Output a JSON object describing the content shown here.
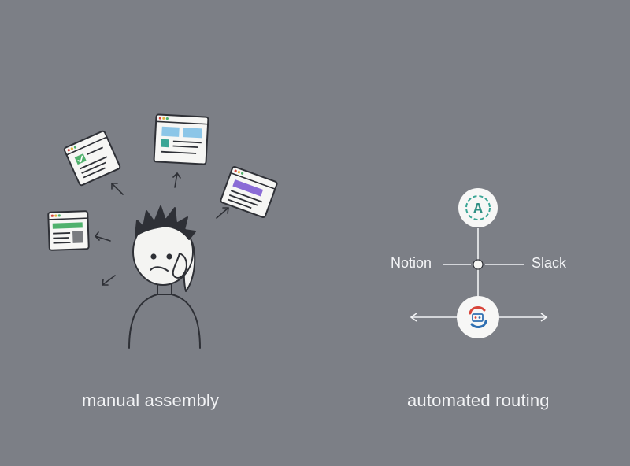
{
  "left_panel": {
    "caption": "manual assembly"
  },
  "right_panel": {
    "caption": "automated routing",
    "nodes": {
      "top_hub_letter": "A",
      "left_label": "Notion",
      "right_label": "Slack"
    }
  },
  "colors": {
    "background": "#7c7f86",
    "stroke": "#2e3036",
    "card_fill": "#f6f6f4",
    "accent_blue": "#8cc6e8",
    "accent_green": "#4fb16c",
    "accent_teal": "#3aa595",
    "accent_purple": "#8a6bd6",
    "accent_red": "#d8453a",
    "accent_navy": "#2f6fb2"
  }
}
